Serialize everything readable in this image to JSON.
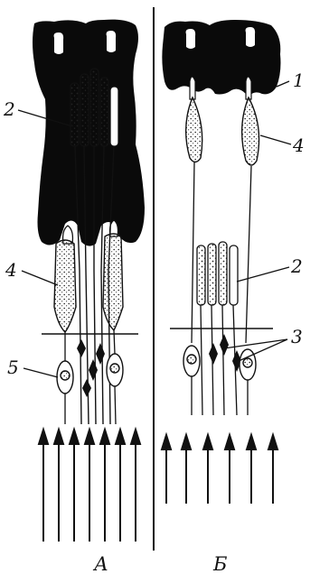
{
  "panels": [
    {
      "label": "А",
      "callouts": [
        "2",
        "4",
        "5"
      ]
    },
    {
      "label": "Б",
      "callouts": [
        "1",
        "4",
        "2",
        "3"
      ]
    }
  ],
  "colors": {
    "ink": "#111111",
    "paper": "#ffffff"
  }
}
